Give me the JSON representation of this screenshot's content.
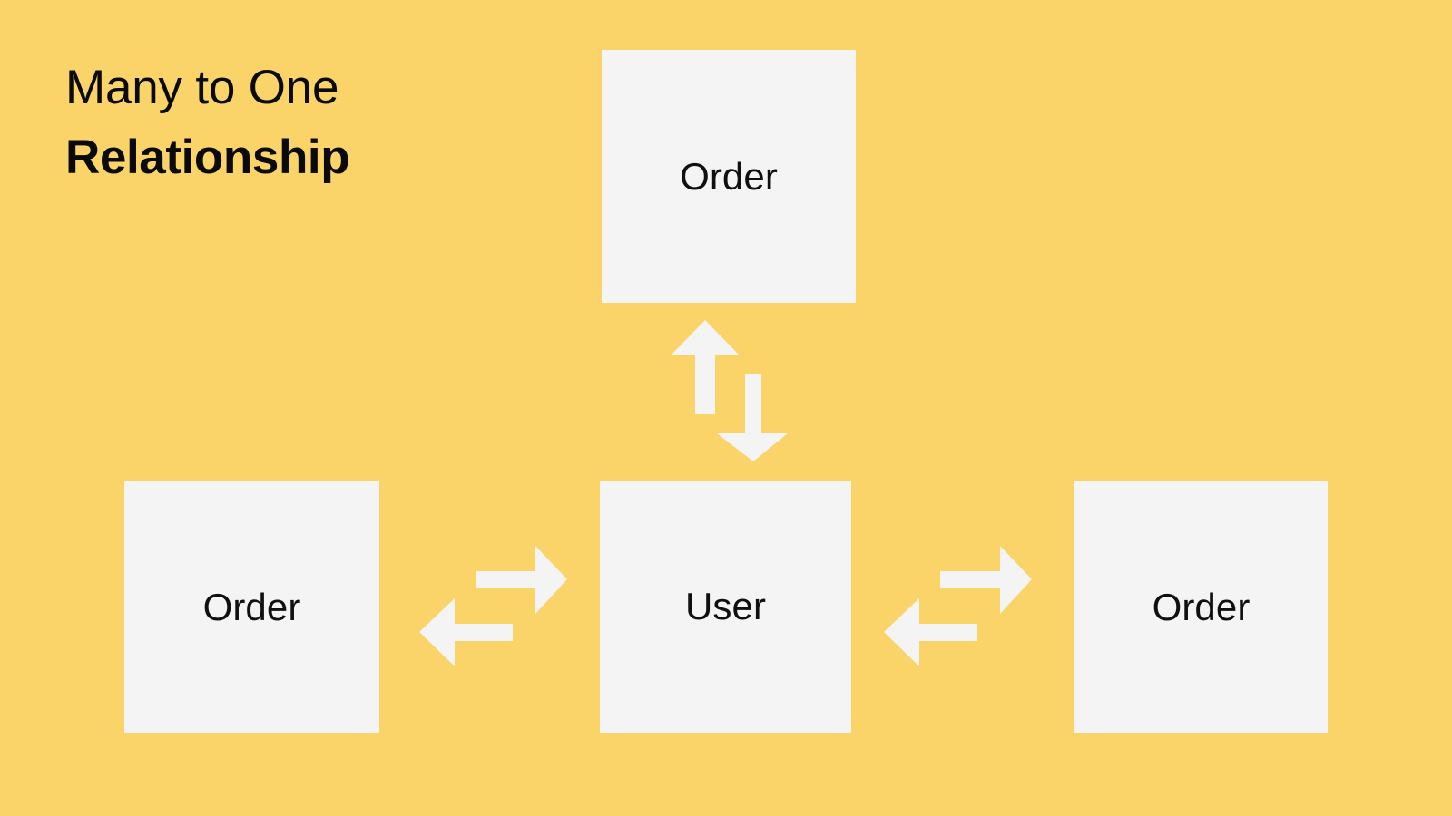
{
  "diagram": {
    "title": {
      "line1": "Many to One",
      "line2": "Relationship"
    },
    "colors": {
      "background": "#FAD369",
      "node_fill": "#F4F4F4",
      "arrow_fill": "#F4F4F4",
      "text": "#0A0A0A"
    },
    "nodes": [
      {
        "id": "order-top",
        "label": "Order",
        "position": "top"
      },
      {
        "id": "order-left",
        "label": "Order",
        "position": "left"
      },
      {
        "id": "user-center",
        "label": "User",
        "position": "center"
      },
      {
        "id": "order-right",
        "label": "Order",
        "position": "right"
      }
    ],
    "edges": [
      {
        "id": "up-to-order",
        "icon": "arrow-up-icon",
        "from": "user-center",
        "to": "order-top"
      },
      {
        "id": "down-to-user",
        "icon": "arrow-down-icon",
        "from": "order-top",
        "to": "user-center"
      },
      {
        "id": "right-left-side",
        "icon": "arrow-right-icon",
        "from": "order-left",
        "to": "user-center"
      },
      {
        "id": "left-left-side",
        "icon": "arrow-left-icon",
        "from": "user-center",
        "to": "order-left"
      },
      {
        "id": "right-right-side",
        "icon": "arrow-right-icon",
        "from": "user-center",
        "to": "order-right"
      },
      {
        "id": "left-right-side",
        "icon": "arrow-left-icon",
        "from": "order-right",
        "to": "user-center"
      }
    ]
  }
}
